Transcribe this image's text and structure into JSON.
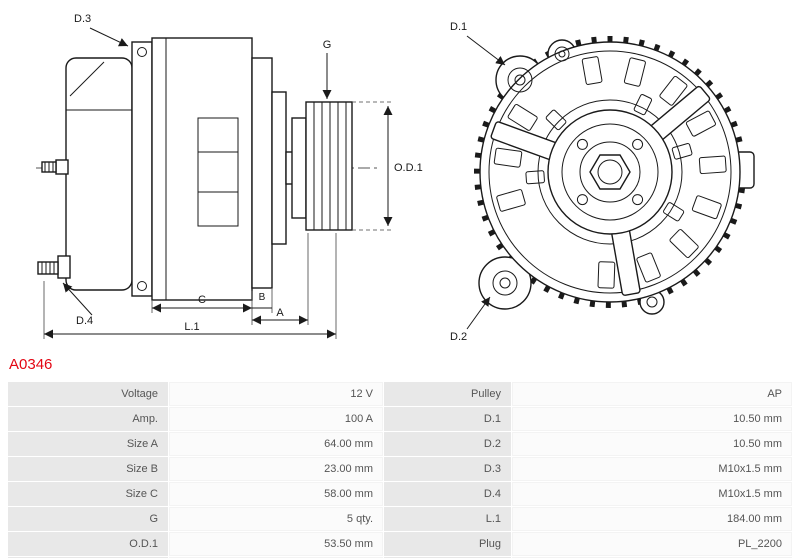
{
  "part_number": "A0346",
  "colors": {
    "part_number_red": "#e30613",
    "label_cell_bg": "#e8e8e8",
    "value_cell_bg": "#fbfbfb",
    "line": "#1a1a1a"
  },
  "diagram": {
    "labels": {
      "d3": "D.3",
      "d4": "D.4",
      "g": "G",
      "od1": "O.D.1",
      "c": "C",
      "b": "B",
      "a": "A",
      "l1": "L.1",
      "d1": "D.1",
      "d2": "D.2"
    }
  },
  "table": {
    "rows": [
      {
        "l1": "Voltage",
        "v1": "12 V",
        "l2": "Pulley",
        "v2": "AP"
      },
      {
        "l1": "Amp.",
        "v1": "100 A",
        "l2": "D.1",
        "v2": "10.50 mm"
      },
      {
        "l1": "Size A",
        "v1": "64.00 mm",
        "l2": "D.2",
        "v2": "10.50 mm"
      },
      {
        "l1": "Size B",
        "v1": "23.00 mm",
        "l2": "D.3",
        "v2": "M10x1.5 mm"
      },
      {
        "l1": "Size C",
        "v1": "58.00 mm",
        "l2": "D.4",
        "v2": "M10x1.5 mm"
      },
      {
        "l1": "G",
        "v1": "5 qty.",
        "l2": "L.1",
        "v2": "184.00 mm"
      },
      {
        "l1": "O.D.1",
        "v1": "53.50 mm",
        "l2": "Plug",
        "v2": "PL_2200"
      }
    ]
  }
}
